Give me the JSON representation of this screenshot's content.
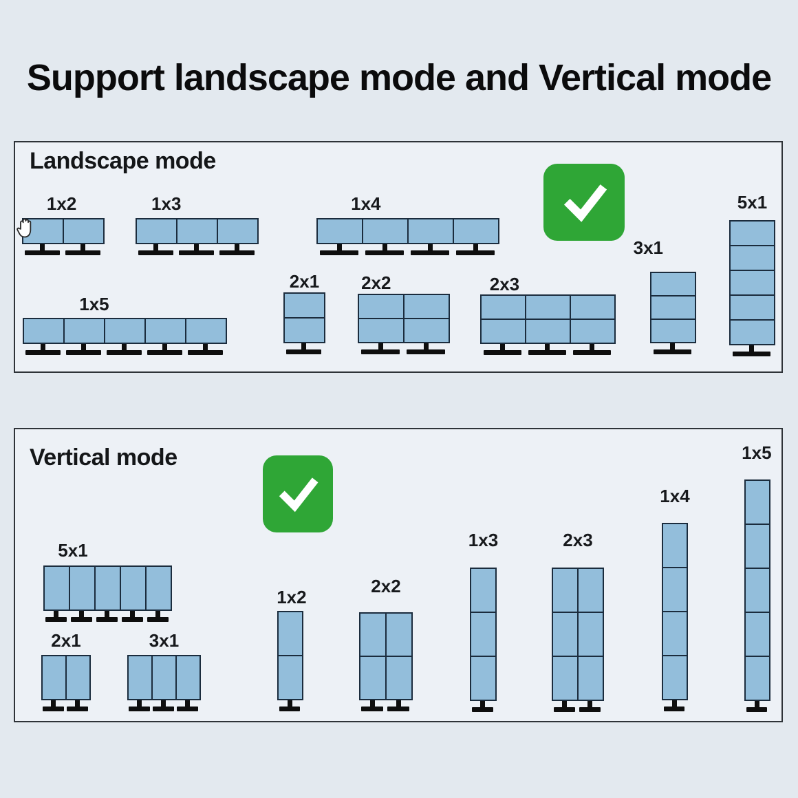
{
  "title": "Support landscape mode and Vertical mode",
  "colors": {
    "page_background": "#e3e9ef",
    "panel_background": "#edf1f6",
    "panel_border": "#2e3338",
    "monitor_fill": "#93bedb",
    "monitor_border": "#1b2c3d",
    "stand_black": "#0e0e0e",
    "check_green": "#2fa636",
    "text": "#141618"
  },
  "icons": {
    "approved": "checkmark-icon",
    "pointer": "hand-cursor-icon"
  },
  "panels": [
    {
      "id": "landscape",
      "heading": "Landscape mode",
      "has_check": true,
      "configs": {
        "c1x2": {
          "label": "1x2",
          "cols": 2,
          "rows": 1,
          "stands": 2
        },
        "c1x3": {
          "label": "1x3",
          "cols": 3,
          "rows": 1,
          "stands": 3
        },
        "c1x4": {
          "label": "1x4",
          "cols": 4,
          "rows": 1,
          "stands": 4
        },
        "c1x5": {
          "label": "1x5",
          "cols": 5,
          "rows": 1,
          "stands": 5
        },
        "c2x1": {
          "label": "2x1",
          "cols": 1,
          "rows": 2,
          "stands": 1
        },
        "c2x2": {
          "label": "2x2",
          "cols": 2,
          "rows": 2,
          "stands": 2
        },
        "c2x3": {
          "label": "2x3",
          "cols": 3,
          "rows": 2,
          "stands": 3
        },
        "c3x1": {
          "label": "3x1",
          "cols": 1,
          "rows": 3,
          "stands": 1
        },
        "c5x1": {
          "label": "5x1",
          "cols": 1,
          "rows": 5,
          "stands": 1
        }
      }
    },
    {
      "id": "vertical",
      "heading": "Vertical mode",
      "has_check": true,
      "configs": {
        "c5x1": {
          "label": "5x1",
          "cols": 5,
          "rows": 1,
          "stands": 5
        },
        "c2x1": {
          "label": "2x1",
          "cols": 2,
          "rows": 1,
          "stands": 2
        },
        "c3x1": {
          "label": "3x1",
          "cols": 3,
          "rows": 1,
          "stands": 3
        },
        "c1x2": {
          "label": "1x2",
          "cols": 1,
          "rows": 2,
          "stands": 1
        },
        "c2x2": {
          "label": "2x2",
          "cols": 2,
          "rows": 2,
          "stands": 2
        },
        "c1x3": {
          "label": "1x3",
          "cols": 1,
          "rows": 3,
          "stands": 1
        },
        "c2x3": {
          "label": "2x3",
          "cols": 2,
          "rows": 3,
          "stands": 2
        },
        "c1x4": {
          "label": "1x4",
          "cols": 1,
          "rows": 4,
          "stands": 1
        },
        "c1x5": {
          "label": "1x5",
          "cols": 1,
          "rows": 5,
          "stands": 1
        }
      }
    }
  ]
}
